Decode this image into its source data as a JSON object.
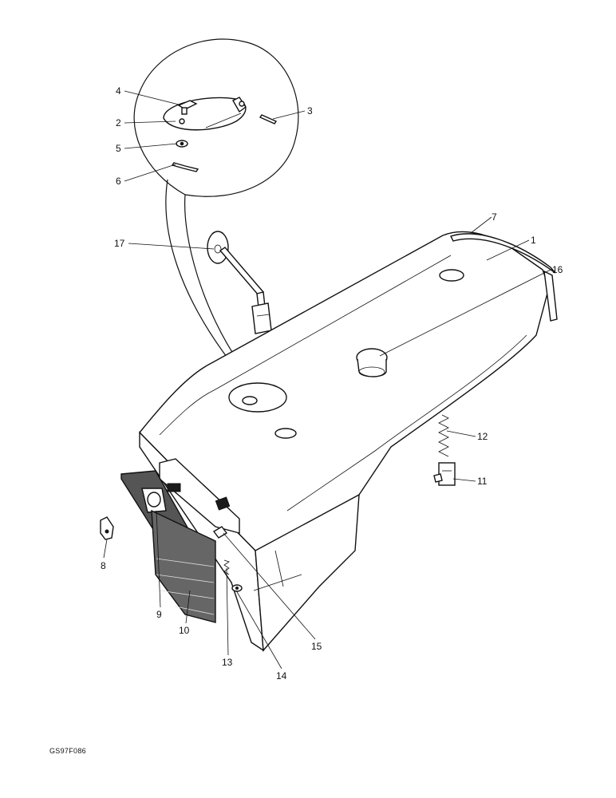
{
  "diagram": {
    "drawing_code": "GS97F086",
    "callouts": [
      {
        "id": "1",
        "text": "1"
      },
      {
        "id": "2",
        "text": "2"
      },
      {
        "id": "3",
        "text": "3"
      },
      {
        "id": "4",
        "text": "4"
      },
      {
        "id": "5",
        "text": "5"
      },
      {
        "id": "6",
        "text": "6"
      },
      {
        "id": "7",
        "text": "7"
      },
      {
        "id": "8",
        "text": "8"
      },
      {
        "id": "9",
        "text": "9"
      },
      {
        "id": "10",
        "text": "10"
      },
      {
        "id": "11",
        "text": "11"
      },
      {
        "id": "12",
        "text": "12"
      },
      {
        "id": "13",
        "text": "13"
      },
      {
        "id": "14",
        "text": "14"
      },
      {
        "id": "15",
        "text": "15"
      },
      {
        "id": "16",
        "text": "16"
      },
      {
        "id": "17",
        "text": "17"
      }
    ]
  }
}
